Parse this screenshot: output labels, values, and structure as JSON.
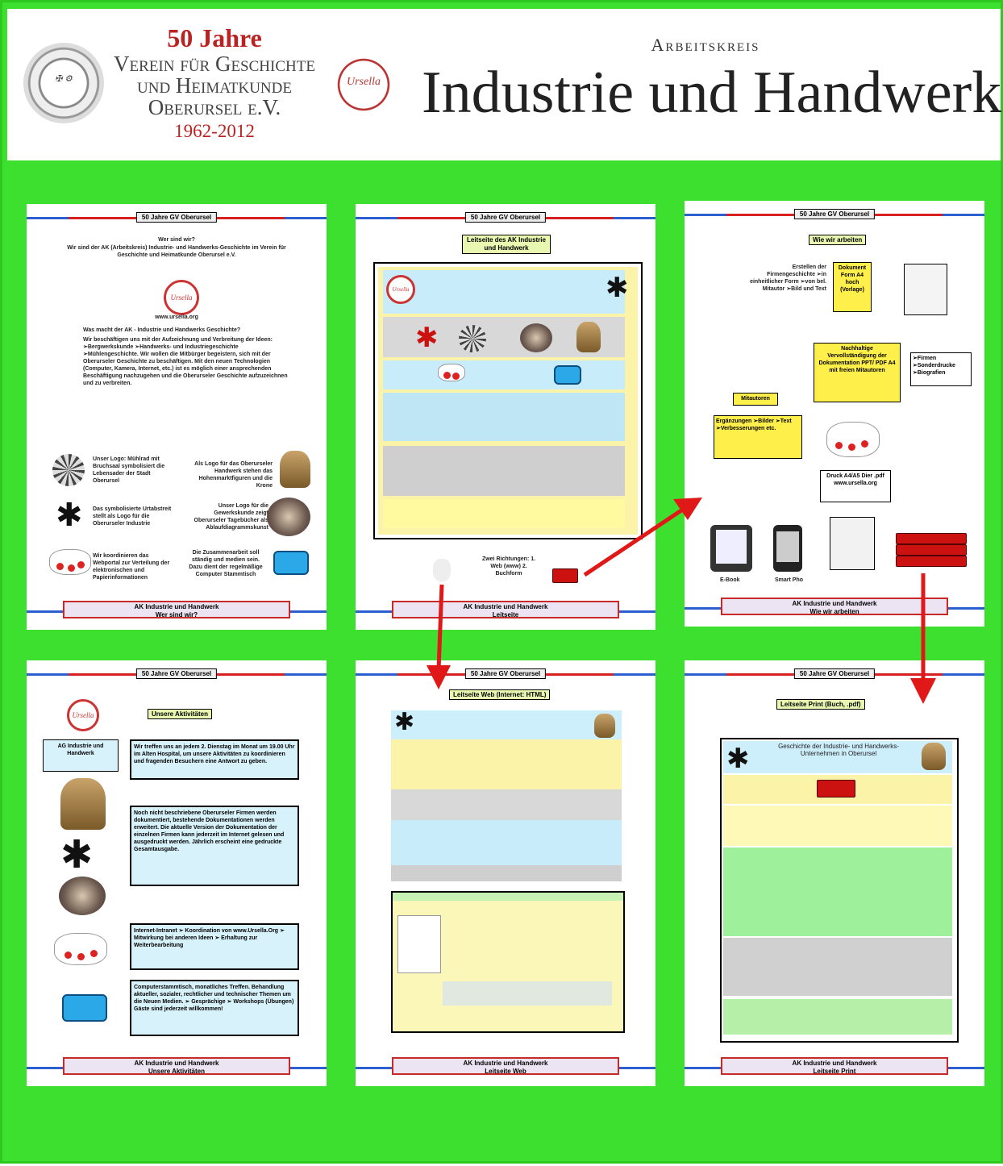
{
  "header": {
    "jubilee": "50 Jahre",
    "club_line1": "Verein für Geschichte",
    "club_line2": "und Heimatkunde",
    "club_line3": "Oberursel e.V.",
    "years": "1962-2012",
    "seal_right": "Ursella",
    "circle_label": "Arbeitskreis",
    "title": "Industrie und Handwerk"
  },
  "pages": {
    "p1": {
      "header": "50 Jahre GV Oberursel",
      "question": "Wer sind wir?",
      "intro": "Wir sind der AK (Arbeitskreis) Industrie- und Handwerks-Geschichte im Verein für Geschichte und Heimatkunde Oberursel e.V.",
      "website": "www.ursella.org",
      "q2": "Was macht der AK - Industrie und Handwerks Geschichte?",
      "body": "Wir beschäftigen uns mit der Aufzeichnung und Verbreitung der Ideen: ➢Bergwerkskunde ➢Handwerks- und Industriegeschichte ➢Mühlengeschichte. Wir wollen die Mitbürger begeistern, sich mit der Oberurseler Geschichte zu beschäftigen. Mit den neuen Technologien (Computer, Kamera, Internet, etc.) ist es möglich einer ansprechenden Beschäftigung nachzugehen und die Oberurseler Geschichte aufzuzeichnen und zu verbreiten.",
      "logo1": "Unser Logo: Mühlrad mit Bruchsaal symbolisiert die Lebensader der Stadt Oberursel",
      "logo2": "Als Logo für das Oberurseler Handwerk stehen das Hohenmarktfiguren und die Krone",
      "logo3": "Das symbolisierte Urtabstreit stellt als Logo für die Oberurseler Industrie",
      "logo4": "Unser Logo für die Gewerkskunde zeigt Oberurseler Tagebücher als Ablaufdiagrammskunst",
      "logo5": "Wir koordinieren das Webportal zur Verteilung der elektronischen und Papierinformationen",
      "logo6": "Die Zusammenarbeit soll ständig und medien sein. Dazu dient der regelmäßige Computer Stammtisch",
      "footer_line1": "AK Industrie und Handwerk",
      "footer_line2": "Wer sind wir?"
    },
    "p2": {
      "header": "50 Jahre GV Oberursel",
      "title": "Leitseite des AK Industrie und Handwerk",
      "directions": "Zwei Richtungen: 1. Web (www) 2. Buchform",
      "footer_line1": "AK Industrie und Handwerk",
      "footer_line2": "Leitseite"
    },
    "p3": {
      "header": "50 Jahre GV Oberursel",
      "title": "Wie wir arbeiten",
      "step1": "Erstellen der Firmengeschichte ➢in einheitlicher Form ➢von bel. Mitautor ➢Bild und Text",
      "doc": "Dokument Form A4 hoch (Vorlage)",
      "persist": "Nachhaltige Vervollständigung der Dokumentation PPT/ PDF A4 mit freien Mitautoren",
      "topics": "➢Firmen ➢Sonderdrucke ➢Biografien",
      "authors": "Mitautoren",
      "additions": "Ergänzungen ➢Bilder ➢Text ➢Verbesserungen etc.",
      "print": "Druck A4/A5 Dier .pdf www.ursella.org",
      "ebook": "E-Book",
      "smartphone": "Smart Pho",
      "footer_line1": "AK Industrie und Handwerk",
      "footer_line2": "Wie wir arbeiten"
    },
    "p4": {
      "header": "50 Jahre GV Oberursel",
      "title": "Unsere Aktivitäten",
      "ag": "AG Industrie und Handwerk",
      "box1": "Wir treffen uns an jedem 2. Dienstag im Monat um 19.00 Uhr im Alten Hospital, um unsere Aktivitäten zu koordinieren und fragenden Besuchern eine Antwort zu geben.",
      "box2": "Noch nicht beschriebene Oberurseler Firmen werden dokumentiert, bestehende Dokumentationen werden erweitert. Die aktuelle Version der Dokumentation der einzelnen Firmen kann jederzeit im Internet gelesen und ausgedruckt werden. Jährlich erscheint eine gedruckte Gesamtausgabe.",
      "box3": "Internet-Intranet ➢ Koordination von www.Ursella.Org ➢ Mitwirkung bei anderen Ideen ➢ Erhaltung zur Weiterbearbeitung",
      "box4": "Computerstammtisch, monatliches Treffen. Behandlung aktueller, sozialer, rechtlicher und technischer Themen um die Neuen Medien. ➢ Gesprächige ➢ Workshops (Übungen) Gäste sind jederzeit willkommen!",
      "footer_line1": "AK Industrie und Handwerk",
      "footer_line2": "Unsere Aktivitäten"
    },
    "p5": {
      "header": "50 Jahre GV Oberursel",
      "title": "Leitseite Web (Internet: HTML)",
      "footer_line1": "AK Industrie und Handwerk",
      "footer_line2": "Leitseite Web"
    },
    "p6": {
      "header": "50 Jahre GV Oberursel",
      "title": "Leitseite Print (Buch, .pdf)",
      "book_title": "Geschichte der Industrie- und Handwerks- Unternehmen in Oberursel",
      "footer_line1": "AK Industrie und Handwerk",
      "footer_line2": "Leitseite Print"
    }
  },
  "colors": {
    "background": "#3ee02f",
    "accent_red": "#e01818",
    "rule_blue": "#2c5fd0",
    "tag_green": "#e8f8b0",
    "box_yellow": "#ffef4a"
  },
  "icons": [
    "mill-wheel-icon",
    "industry-star-icon",
    "cloud-network-icon",
    "computer-connector-icon",
    "crest-icon",
    "book-stack-icon",
    "ebook-reader-icon",
    "smartphone-icon"
  ]
}
